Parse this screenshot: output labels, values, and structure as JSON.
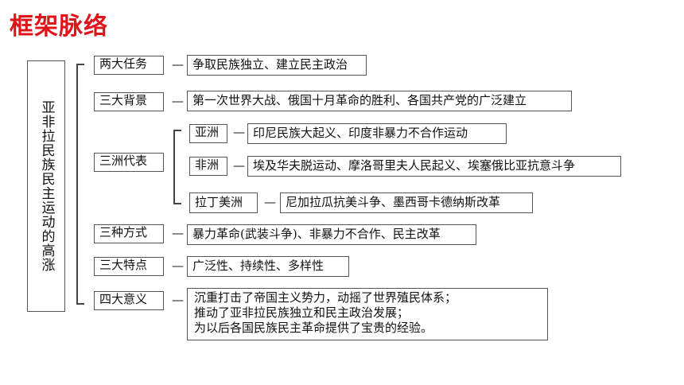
{
  "title": "框架脉络",
  "root": "亚非拉民族民主运动的高涨",
  "dash": "—",
  "items": [
    {
      "label": "两大任务",
      "content": "争取民族独立、建立民主政治"
    },
    {
      "label": "三大背景",
      "content": "第一次世界大战、俄国十月革命的胜利、各国共产党的广泛建立"
    },
    {
      "label": "三洲代表",
      "subs": [
        {
          "label": "亚洲",
          "content": "印尼民族大起义、印度非暴力不合作运动"
        },
        {
          "label": "非洲",
          "content": "埃及华夫脱运动、摩洛哥里夫人民起义、埃塞俄比亚抗意斗争"
        },
        {
          "label": "拉丁美洲",
          "content": "尼加拉瓜抗美斗争、墨西哥卡德纳斯改革"
        }
      ]
    },
    {
      "label": "三种方式",
      "content": "暴力革命(武装斗争)、非暴力不合作、民主改革"
    },
    {
      "label": "三大特点",
      "content": "广泛性、持续性、多样性"
    },
    {
      "label": "四大意义",
      "lines": [
        "沉重打击了帝国主义势力，动摇了世界殖民体系；",
        "推动了亚非拉民族独立和民主政治发展；",
        "为以后各国民族民主革命提供了宝贵的经验。"
      ]
    }
  ]
}
